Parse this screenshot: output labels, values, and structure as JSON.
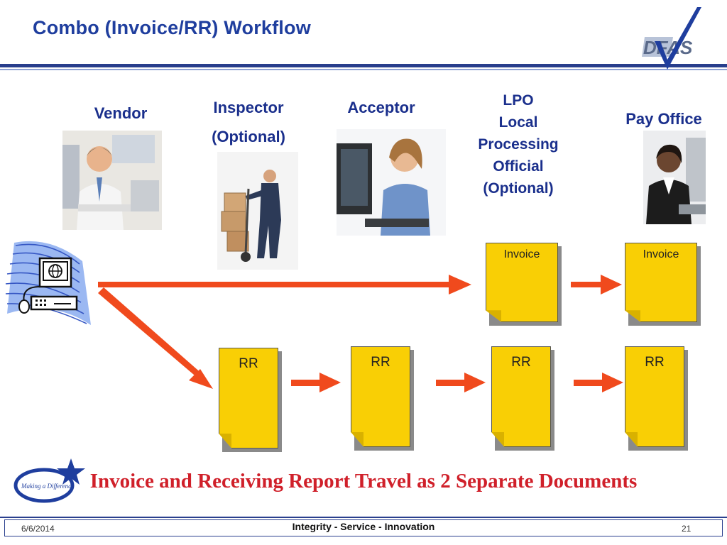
{
  "slide": {
    "title": "Combo (Invoice/RR) Workflow",
    "logo_text": "DFAS",
    "tagline": "Invoice and Receiving Report Travel as 2 Separate Documents",
    "badge_text": "Making a Difference"
  },
  "roles": {
    "vendor": "Vendor",
    "inspector_line1": "Inspector",
    "inspector_line2": "(Optional)",
    "acceptor": "Acceptor",
    "lpo_line1": "LPO",
    "lpo_line2": "Local",
    "lpo_line3": "Processing",
    "lpo_line4": "Official",
    "lpo_line5": "(Optional)",
    "pay_office": "Pay Office"
  },
  "documents": {
    "invoice_label": "Invoice",
    "rr_label": "RR"
  },
  "footer": {
    "date": "6/6/2014",
    "motto": "Integrity - Service - Innovation",
    "page_number": "21"
  },
  "colors": {
    "title": "#1f3e9e",
    "document": "#f9cf05",
    "arrow": "#f04a1d",
    "tagline": "#d0202a"
  }
}
